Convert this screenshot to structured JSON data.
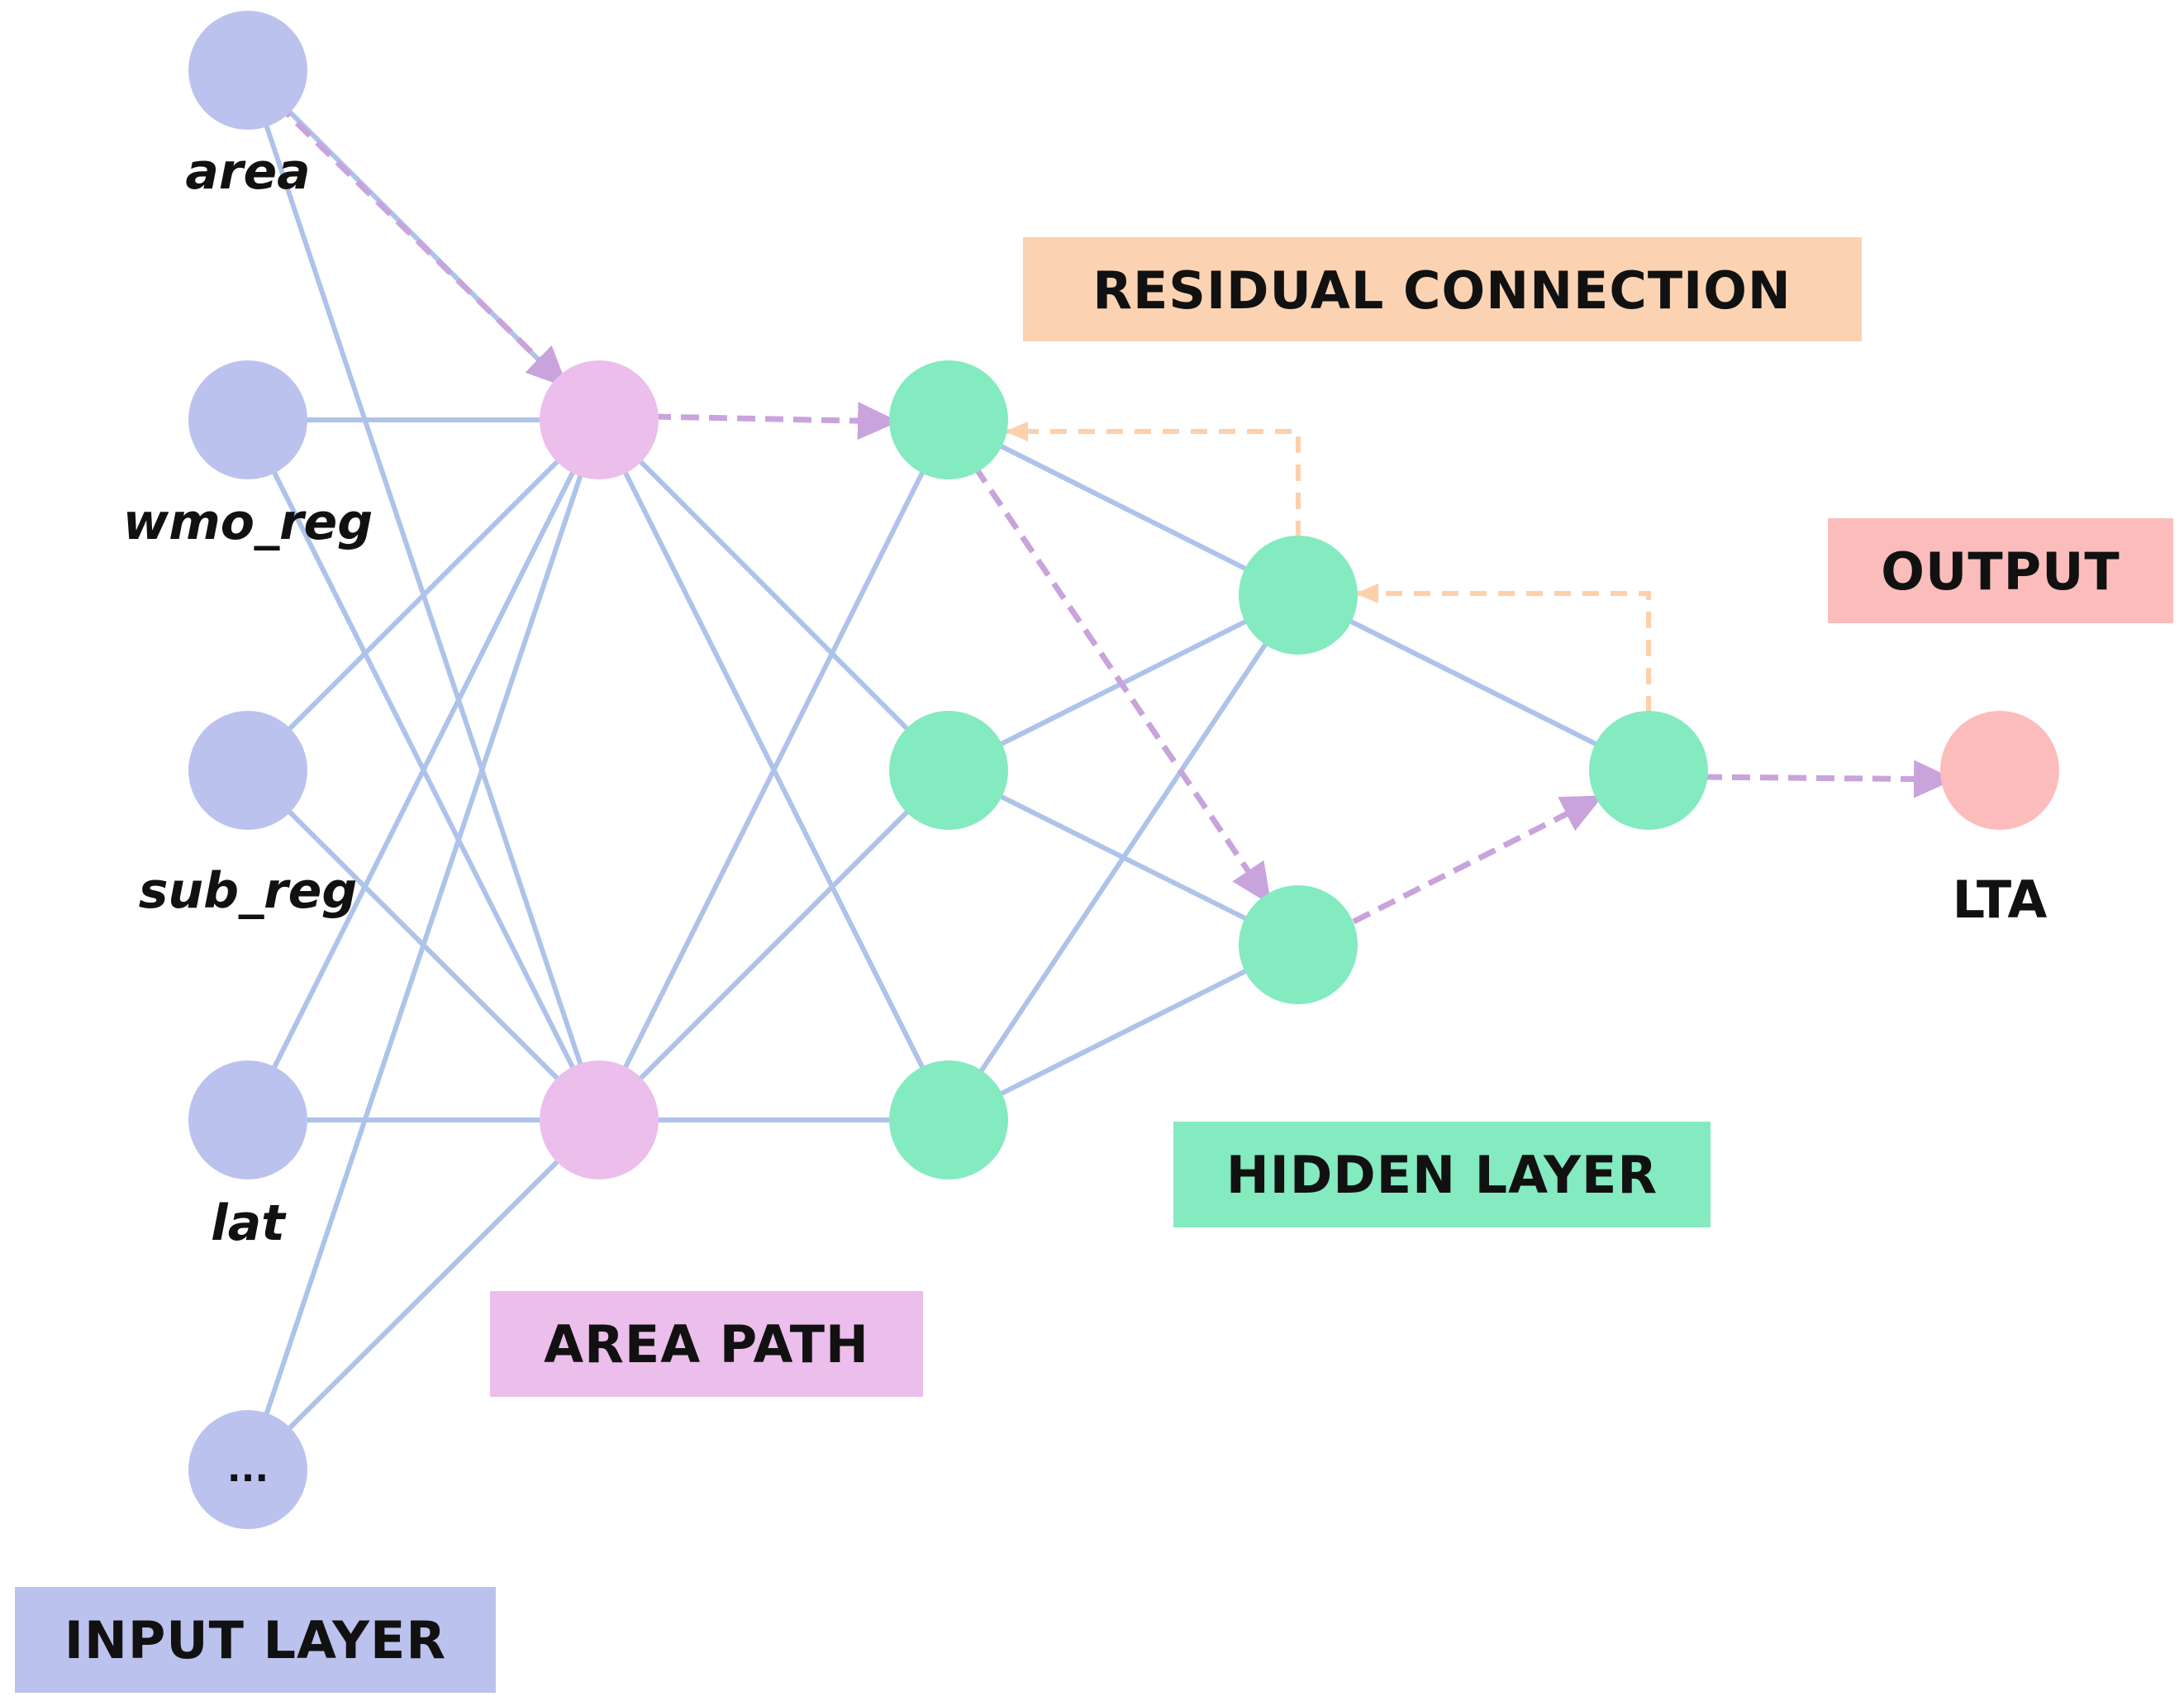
{
  "colors": {
    "input_node": "#bcc2ee",
    "area_node": "#ecbeeb",
    "hidden_node": "#84eac0",
    "output_node": "#fdbcbc",
    "edge": "#aec3ea",
    "area_path_edge": "#c9a3dc",
    "residual_edge": "#fdd0ac",
    "residual_box": "#fbd3b3",
    "output_box": "#fbbdbc",
    "hidden_box": "#84eac0",
    "area_box": "#ecbeeb",
    "input_box": "#bcc2ee"
  },
  "nodes": {
    "inputs": [
      {
        "label": "area"
      },
      {
        "label": "wmo_reg"
      },
      {
        "label": "sub_reg"
      },
      {
        "label": "lat"
      },
      {
        "label": "..."
      }
    ],
    "output": {
      "label": "LTA"
    }
  },
  "boxes": {
    "residual": "RESIDUAL CONNECTION",
    "output": "OUTPUT",
    "hidden": "HIDDEN LAYER",
    "area_path": "AREA PATH",
    "input": "INPUT LAYER"
  }
}
